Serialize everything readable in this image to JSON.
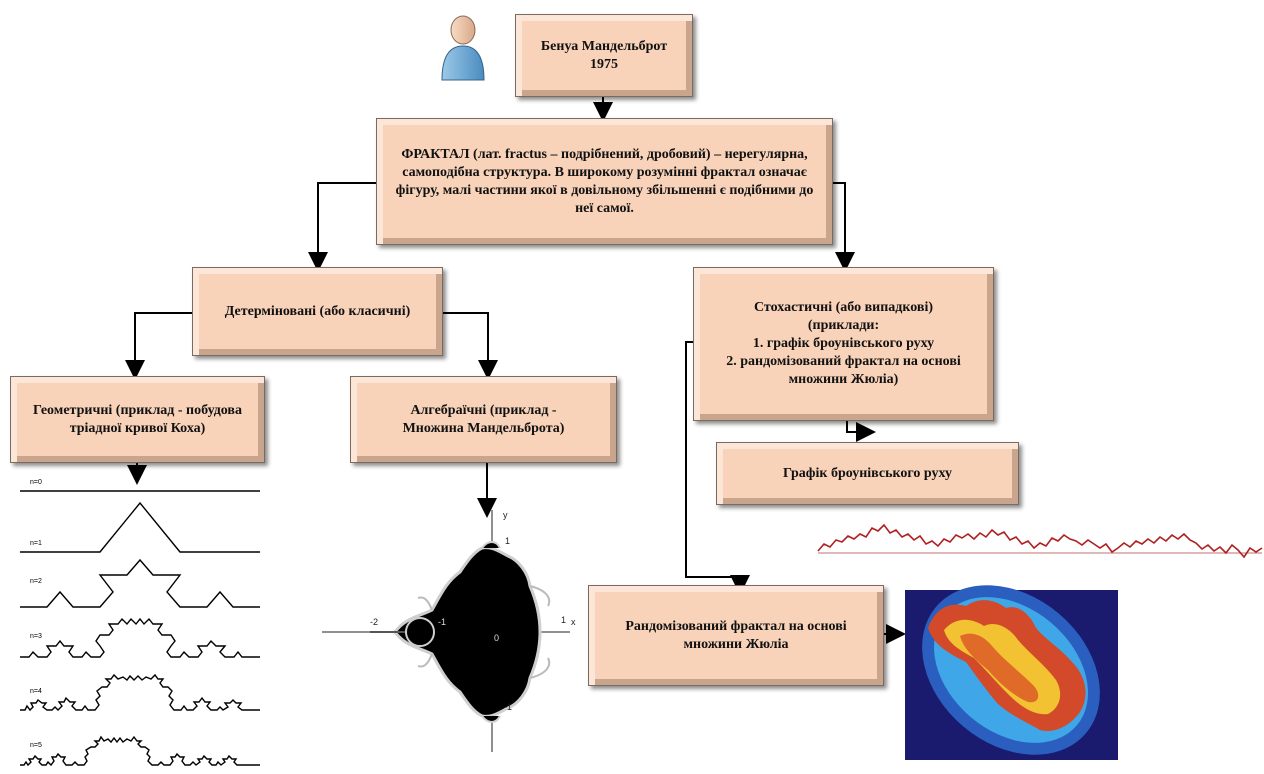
{
  "author_box": {
    "line1": "Бенуа Мандельброт",
    "line2": "1975"
  },
  "definition_box": {
    "text": "ФРАКТАЛ (лат. fractus – подрібнений, дробовий) – нерегулярна, самоподібна структура. В широкому розумінні фрактал означає фігуру, малі частини якої в довільному збільшенні є подібними до неї самої."
  },
  "deterministic_box": {
    "text": "Детерміновані (або класичні)"
  },
  "stochastic_box": {
    "line1": "Стохастичні (або випадкові)",
    "line2": "(приклади:",
    "line3": "1. графік броунівського руху",
    "line4": "2. рандомізований фрактал на основі",
    "line5": "множини Жюліа)"
  },
  "geometric_box": {
    "text": "Геометричні (приклад - побудова тріадної кривої Коха)"
  },
  "algebraic_box": {
    "text": "Алгебраїчні (приклад - Множина Мандельброта)"
  },
  "brownian_box": {
    "text": "Графік броунівського руху"
  },
  "random_julia_box": {
    "text": "Рандомізований фрактал на основі множини Жюліа"
  },
  "koch_labels": [
    "n=0",
    "n=1",
    "n=2",
    "n=3",
    "n=4",
    "n=5"
  ],
  "mandelbrot_axes": {
    "x_label": "x",
    "y_label": "y",
    "x_neg": "-2",
    "x_pos": "1",
    "y_pos": "1",
    "y_neg": "-1",
    "origin": "0",
    "inner_neg": "-1"
  },
  "colors": {
    "box_fill": "#f8d3ba",
    "brownian_line": "#b02020",
    "julia_bg": "#1a1a6e"
  },
  "icons": {
    "author": "person-icon"
  }
}
